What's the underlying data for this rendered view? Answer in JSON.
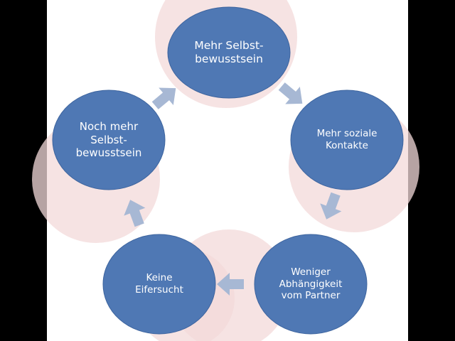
{
  "colors": {
    "frame": "#000000",
    "background": "#ffffff",
    "node_fill": "#4f78b4",
    "node_edge": "#3d649e",
    "arrow": "#a7b8d4",
    "ghost": "#f3dada",
    "node_text": "#ffffff"
  },
  "cycle": {
    "nodes": [
      {
        "label": "Mehr Selbst-\nbewusstsein"
      },
      {
        "label": "Mehr soziale\nKontakte"
      },
      {
        "label": "Weniger\nAbhängigkeit\nvom Partner"
      },
      {
        "label": "Keine\nEifersucht"
      },
      {
        "label": "Noch mehr\nSelbst-\nbewusstsein"
      }
    ],
    "arrows": [
      {
        "from": "Mehr Selbst-bewusstsein",
        "to": "Mehr soziale Kontakte",
        "icon": "arrow-icon"
      },
      {
        "from": "Mehr soziale Kontakte",
        "to": "Weniger Abhängigkeit vom Partner",
        "icon": "arrow-icon"
      },
      {
        "from": "Weniger Abhängigkeit vom Partner",
        "to": "Keine Eifersucht",
        "icon": "arrow-icon"
      },
      {
        "from": "Keine Eifersucht",
        "to": "Noch mehr Selbst-bewusstsein",
        "icon": "arrow-icon"
      },
      {
        "from": "Noch mehr Selbst-bewusstsein",
        "to": "Mehr Selbst-bewusstsein",
        "icon": "arrow-icon"
      }
    ]
  }
}
